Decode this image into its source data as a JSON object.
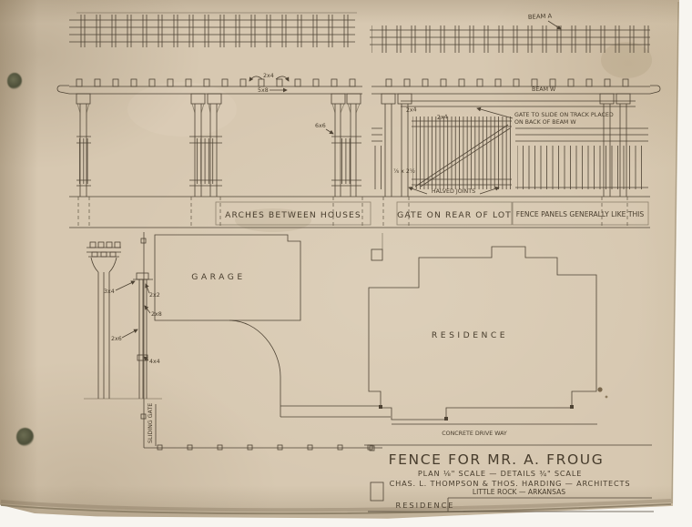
{
  "title_block": {
    "title": "FENCE FOR MR. A. FROUG",
    "scale_line": "PLAN ⅛\" SCALE  —  DETAILS ¾\" SCALE",
    "architects": "CHAS. L. THOMPSON & THOS. HARDING — ARCHITECTS",
    "location": "LITTLE ROCK — ARKANSAS"
  },
  "labels": {
    "beam_a": "BEAM A",
    "beam_w": "BEAM W",
    "arches_between_houses": "ARCHES BETWEEN HOUSES",
    "gate_on_rear_of_lot": "GATE ON REAR OF LOT",
    "fence_panels": "FENCE PANELS GENERALLY LIKE THIS",
    "gate_note_line1": "GATE TO SLIDE ON TRACK PLACED",
    "gate_note_line2": "ON BACK OF BEAM W",
    "halved_joints": "HALVED JOINTS",
    "garage": "GARAGE",
    "residence_plan": "RESIDENCE",
    "concrete_drive_way": "CONCRETE DRIVE WAY",
    "sliding_gate": "SLIDING GATE",
    "residence_bottom": "RESIDENCE"
  },
  "dimension_callouts": [
    "2x4",
    "5x8",
    "6x6",
    "2x4",
    "2x4",
    "⅞ x 2½",
    "3x4",
    "2x2",
    "2x8",
    "2x6",
    "4x4"
  ],
  "colors": {
    "paper": "#d7c8b1",
    "ink": "#4e4334"
  }
}
